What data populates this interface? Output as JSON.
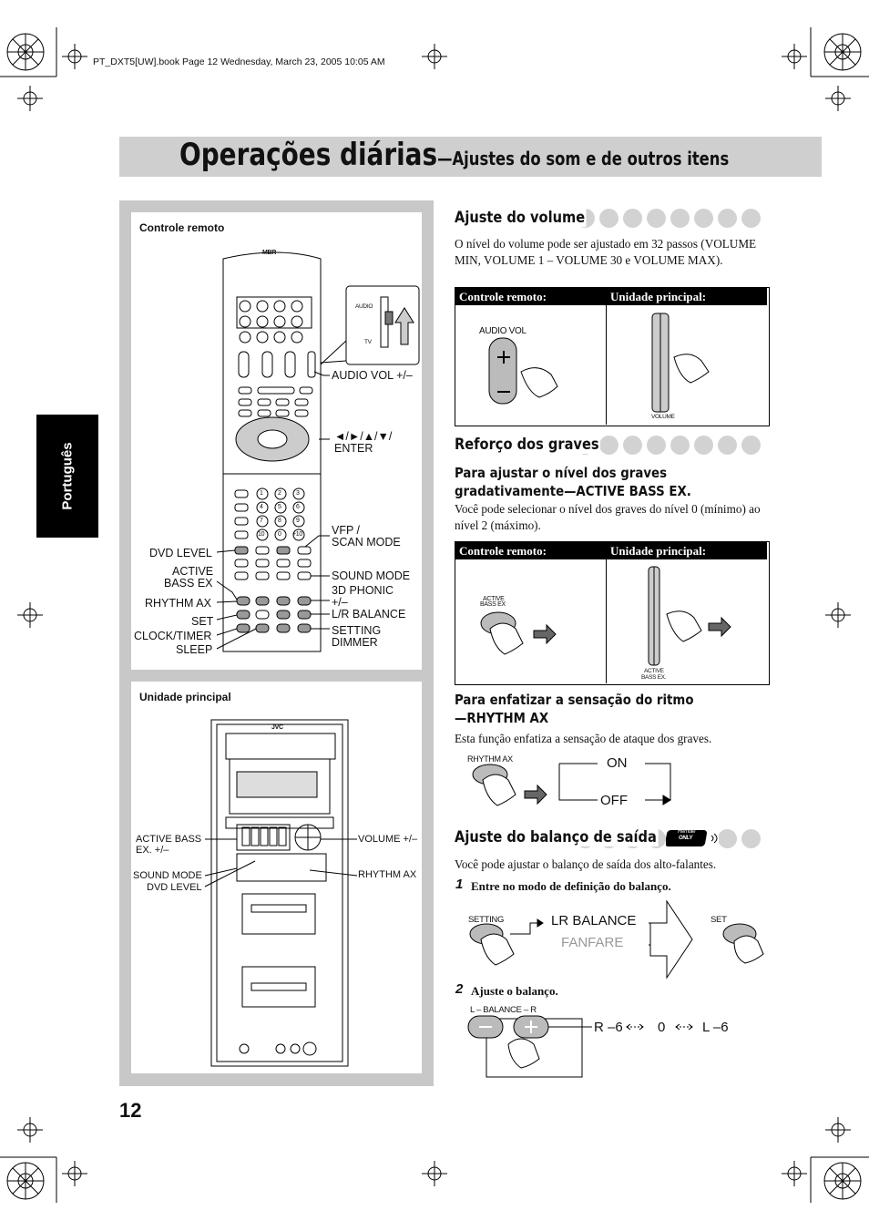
{
  "file_info": "PT_DXT5[UW].book  Page 12  Wednesday, March 23, 2005  10:05 AM",
  "title": {
    "main": "Operações diárias",
    "sub": "—Ajustes do som e de outros itens"
  },
  "language_tab": "Português",
  "page_number": "12",
  "left_panel": {
    "remote_label": "Controle remoto",
    "remote_brand": "MBR",
    "switch_audio": "AUDIO",
    "switch_tv": "TV",
    "remote_callouts_right": {
      "audio_vol": "AUDIO VOL +/–",
      "nav_keys": "◄/►/▲/▼/",
      "enter": "ENTER",
      "vfp": "VFP /",
      "scan_mode": "SCAN MODE",
      "sound_mode": "SOUND MODE",
      "phonic_3d": "3D PHONIC",
      "plus_minus": "+/–",
      "lr_balance": "L/R BALANCE",
      "setting": "SETTING",
      "dimmer": "DIMMER"
    },
    "remote_callouts_left": {
      "dvd_level": "DVD LEVEL",
      "active": "ACTIVE",
      "bass_ex": "BASS EX",
      "rhythm_ax": "RHYTHM AX",
      "set": "SET",
      "clock_timer": "CLOCK/TIMER",
      "sleep": "SLEEP"
    },
    "number_keys": [
      "1",
      "2",
      "3",
      "4",
      "5",
      "6",
      "7",
      "8",
      "9",
      "10",
      "0",
      "+10"
    ],
    "main_unit_label": "Unidade principal",
    "main_unit_brand": "JVC",
    "main_unit_callouts": {
      "active_bass": "ACTIVE BASS",
      "active_bass_2": "EX. +/–",
      "sound_mode": "SOUND MODE",
      "dvd_level": "DVD LEVEL",
      "volume": "VOLUME +/–",
      "rhythm_ax": "RHYTHM AX"
    }
  },
  "volume_section": {
    "title": "Ajuste do volume",
    "text": "O nível do volume pode ser ajustado em 32 passos (VOLUME MIN, VOLUME 1 – VOLUME 30 e VOLUME MAX).",
    "col_remote": "Controle remoto:",
    "col_unit": "Unidade principal:",
    "audio_vol_label": "AUDIO VOL",
    "volume_label": "VOLUME"
  },
  "bass_section": {
    "title": "Reforço dos graves",
    "subtitle_1": "Para ajustar o nível dos graves",
    "subtitle_2": "gradativamente—ACTIVE BASS EX.",
    "text": "Você pode selecionar o nível dos graves do nível 0 (mínimo) ao nível 2 (máximo).",
    "col_remote": "Controle remoto:",
    "col_unit": "Unidade principal:",
    "active_label_1": "ACTIVE",
    "active_label_2": "BASS EX",
    "unit_active_1": "ACTIVE",
    "unit_active_2": "BASS EX.",
    "rhythm_subtitle_1": "Para enfatizar a sensação do ritmo",
    "rhythm_subtitle_2": "—RHYTHM AX",
    "rhythm_text": "Esta função enfatiza a sensação de ataque dos graves.",
    "rhythm_button_label": "RHYTHM AX",
    "on": "ON",
    "off": "OFF"
  },
  "balance_section": {
    "title": "Ajuste do balanço de saída",
    "badge_1": "Remote",
    "badge_2": "ONLY",
    "text": "Você pode ajustar o balanço de saída dos alto-falantes.",
    "step1_num": "1",
    "step1_text": "Entre no modo de definição do balanço.",
    "setting_label": "SETTING",
    "lr_balance": "LR BALANCE",
    "fanfare": "FANFARE",
    "set_label": "SET",
    "step2_num": "2",
    "step2_text": "Ajuste o balanço.",
    "balance_label": "L –  BALANCE – R",
    "range_r": "R –6",
    "range_0": "0",
    "range_l": "L –6"
  },
  "colors": {
    "panel_gray": "#c8c8c8",
    "title_gray": "#cfcfcf",
    "dot_gray": "#d2d2d2",
    "black": "#000000"
  }
}
